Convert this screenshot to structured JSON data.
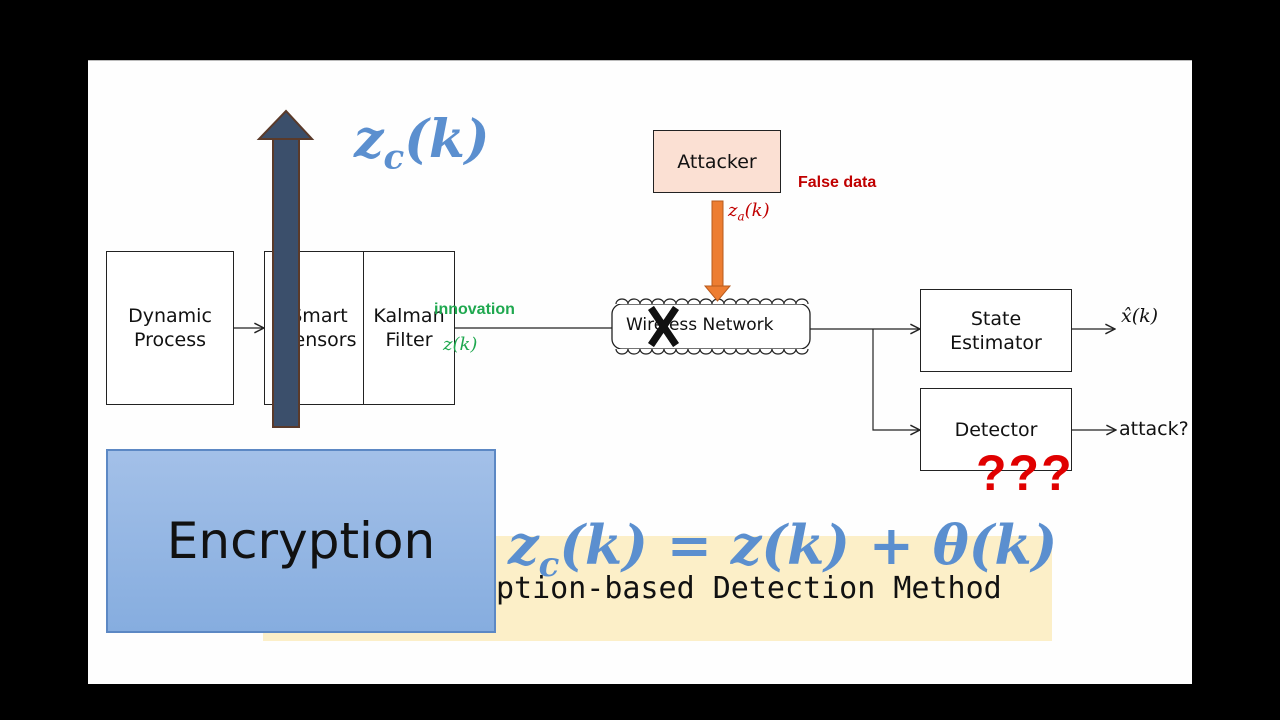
{
  "slide": {
    "blocks": {
      "dynamic_process": [
        "Dynamic",
        "Process"
      ],
      "smart_sensors": [
        "Smart",
        "Sensors"
      ],
      "kalman_filter": [
        "Kalman",
        "Filter"
      ],
      "attacker": "Attacker",
      "wireless_network": "Wireless Network",
      "state_estimator": [
        "State",
        "Estimator"
      ],
      "detector": "Detector",
      "encryption": "Encryption"
    },
    "labels": {
      "innovation": "innovation",
      "z_k": "z(k)",
      "false_data": "False data",
      "z_a_k_main": "z",
      "z_a_k_sub": "a",
      "z_a_k_tail": "(k)",
      "x_hat_k": "x̂(k)",
      "attack_output": "attack?",
      "question_marks": "???",
      "zc_main": "z",
      "zc_sub": "c",
      "zc_tail": "(k)",
      "equation_lhs_main": "z",
      "equation_lhs_sub": "c",
      "equation_rest": "(k) = z(k) + θ(k)",
      "subtitle": "ption-based Detection Method"
    },
    "colors": {
      "innovation_green": "#1fa84f",
      "false_data_red": "#c00000",
      "question_red": "#e00000",
      "math_blue": "#5b8fcf",
      "attacker_fill": "#fbe0d3",
      "orange_arrow": "#ed7d31",
      "navy_arrow": "#3b4f6b",
      "encryption_fill": "#92b5e0",
      "subtitle_band": "#fcefc8"
    }
  }
}
